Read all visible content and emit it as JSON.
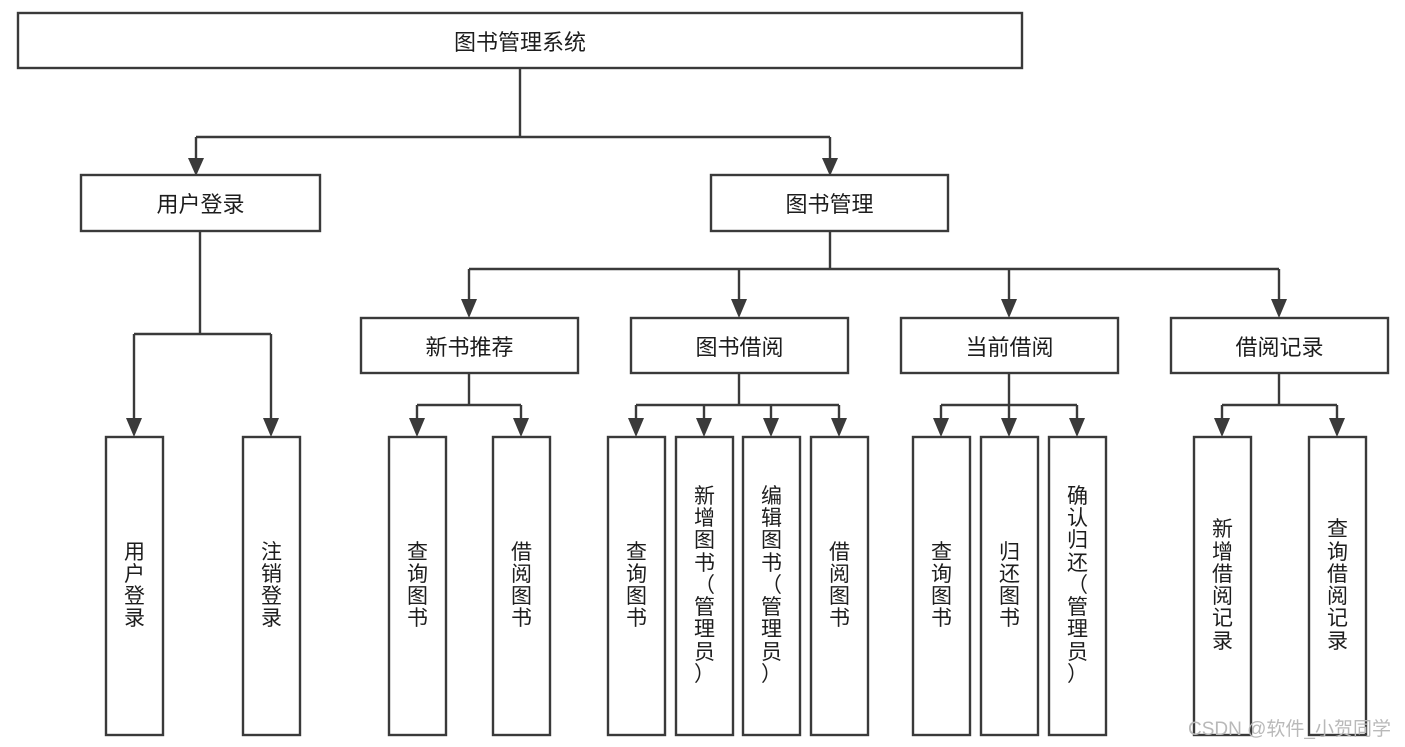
{
  "diagram": {
    "type": "tree",
    "title": "图书管理系统",
    "orientation": "top-down",
    "colors": {
      "box_stroke": "#3a3a3a",
      "box_fill": "#ffffff",
      "connector": "#3a3a3a",
      "text": "#1d1d1d",
      "watermark": "#b9b9b9",
      "background": "#ffffff"
    },
    "root": {
      "id": "root",
      "label": "图书管理系统",
      "orientation": "horizontal"
    },
    "level2": [
      {
        "id": "user-login",
        "label": "用户登录",
        "orientation": "horizontal"
      },
      {
        "id": "book-manage",
        "label": "图书管理",
        "orientation": "horizontal"
      }
    ],
    "level3": [
      {
        "id": "new-book-recommend",
        "label": "新书推荐",
        "orientation": "horizontal",
        "parent": "book-manage"
      },
      {
        "id": "book-borrow",
        "label": "图书借阅",
        "orientation": "horizontal",
        "parent": "book-manage"
      },
      {
        "id": "current-borrow",
        "label": "当前借阅",
        "orientation": "horizontal",
        "parent": "book-manage"
      },
      {
        "id": "borrow-record",
        "label": "借阅记录",
        "orientation": "horizontal",
        "parent": "book-manage"
      }
    ],
    "leaves": [
      {
        "id": "leaf-user-login",
        "parent": "user-login",
        "label": "用户登录",
        "lines": [
          "用",
          "户",
          "登",
          "录"
        ]
      },
      {
        "id": "leaf-logout-login",
        "parent": "user-login",
        "label": "注销登录",
        "lines": [
          "注",
          "销",
          "登",
          "录"
        ]
      },
      {
        "id": "leaf-query-book-1",
        "parent": "new-book-recommend",
        "label": "查询图书",
        "lines": [
          "查",
          "询",
          "图",
          "书"
        ]
      },
      {
        "id": "leaf-borrow-book-1",
        "parent": "new-book-recommend",
        "label": "借阅图书",
        "lines": [
          "借",
          "阅",
          "图",
          "书"
        ]
      },
      {
        "id": "leaf-query-book-2",
        "parent": "book-borrow",
        "label": "查询图书",
        "lines": [
          "查",
          "询",
          "图",
          "书"
        ]
      },
      {
        "id": "leaf-add-book-admin",
        "parent": "book-borrow",
        "label": "新增图书（管理员）",
        "lines": [
          "新",
          "增",
          "图",
          "书",
          "（",
          "管",
          "理",
          "员",
          "）"
        ]
      },
      {
        "id": "leaf-edit-book-admin",
        "parent": "book-borrow",
        "label": "编辑图书（管理员）",
        "lines": [
          "编",
          "辑",
          "图",
          "书",
          "（",
          "管",
          "理",
          "员",
          "）"
        ]
      },
      {
        "id": "leaf-borrow-book-2",
        "parent": "book-borrow",
        "label": "借阅图书",
        "lines": [
          "借",
          "阅",
          "图",
          "书"
        ]
      },
      {
        "id": "leaf-query-book-3",
        "parent": "current-borrow",
        "label": "查询图书",
        "lines": [
          "查",
          "询",
          "图",
          "书"
        ]
      },
      {
        "id": "leaf-return-book",
        "parent": "current-borrow",
        "label": "归还图书",
        "lines": [
          "归",
          "还",
          "图",
          "书"
        ]
      },
      {
        "id": "leaf-confirm-return-admin",
        "parent": "current-borrow",
        "label": "确认归还（管理员）",
        "lines": [
          "确",
          "认",
          "归",
          "还",
          "（",
          "管",
          "理",
          "员",
          "）"
        ]
      },
      {
        "id": "leaf-add-borrow-record",
        "parent": "borrow-record",
        "label": "新增借阅记录",
        "lines": [
          "新",
          "增",
          "借",
          "阅",
          "记",
          "录"
        ]
      },
      {
        "id": "leaf-query-borrow-record",
        "parent": "borrow-record",
        "label": "查询借阅记录",
        "lines": [
          "查",
          "询",
          "借",
          "阅",
          "记",
          "录"
        ]
      }
    ],
    "watermark": "CSDN @软件_小贺同学"
  }
}
